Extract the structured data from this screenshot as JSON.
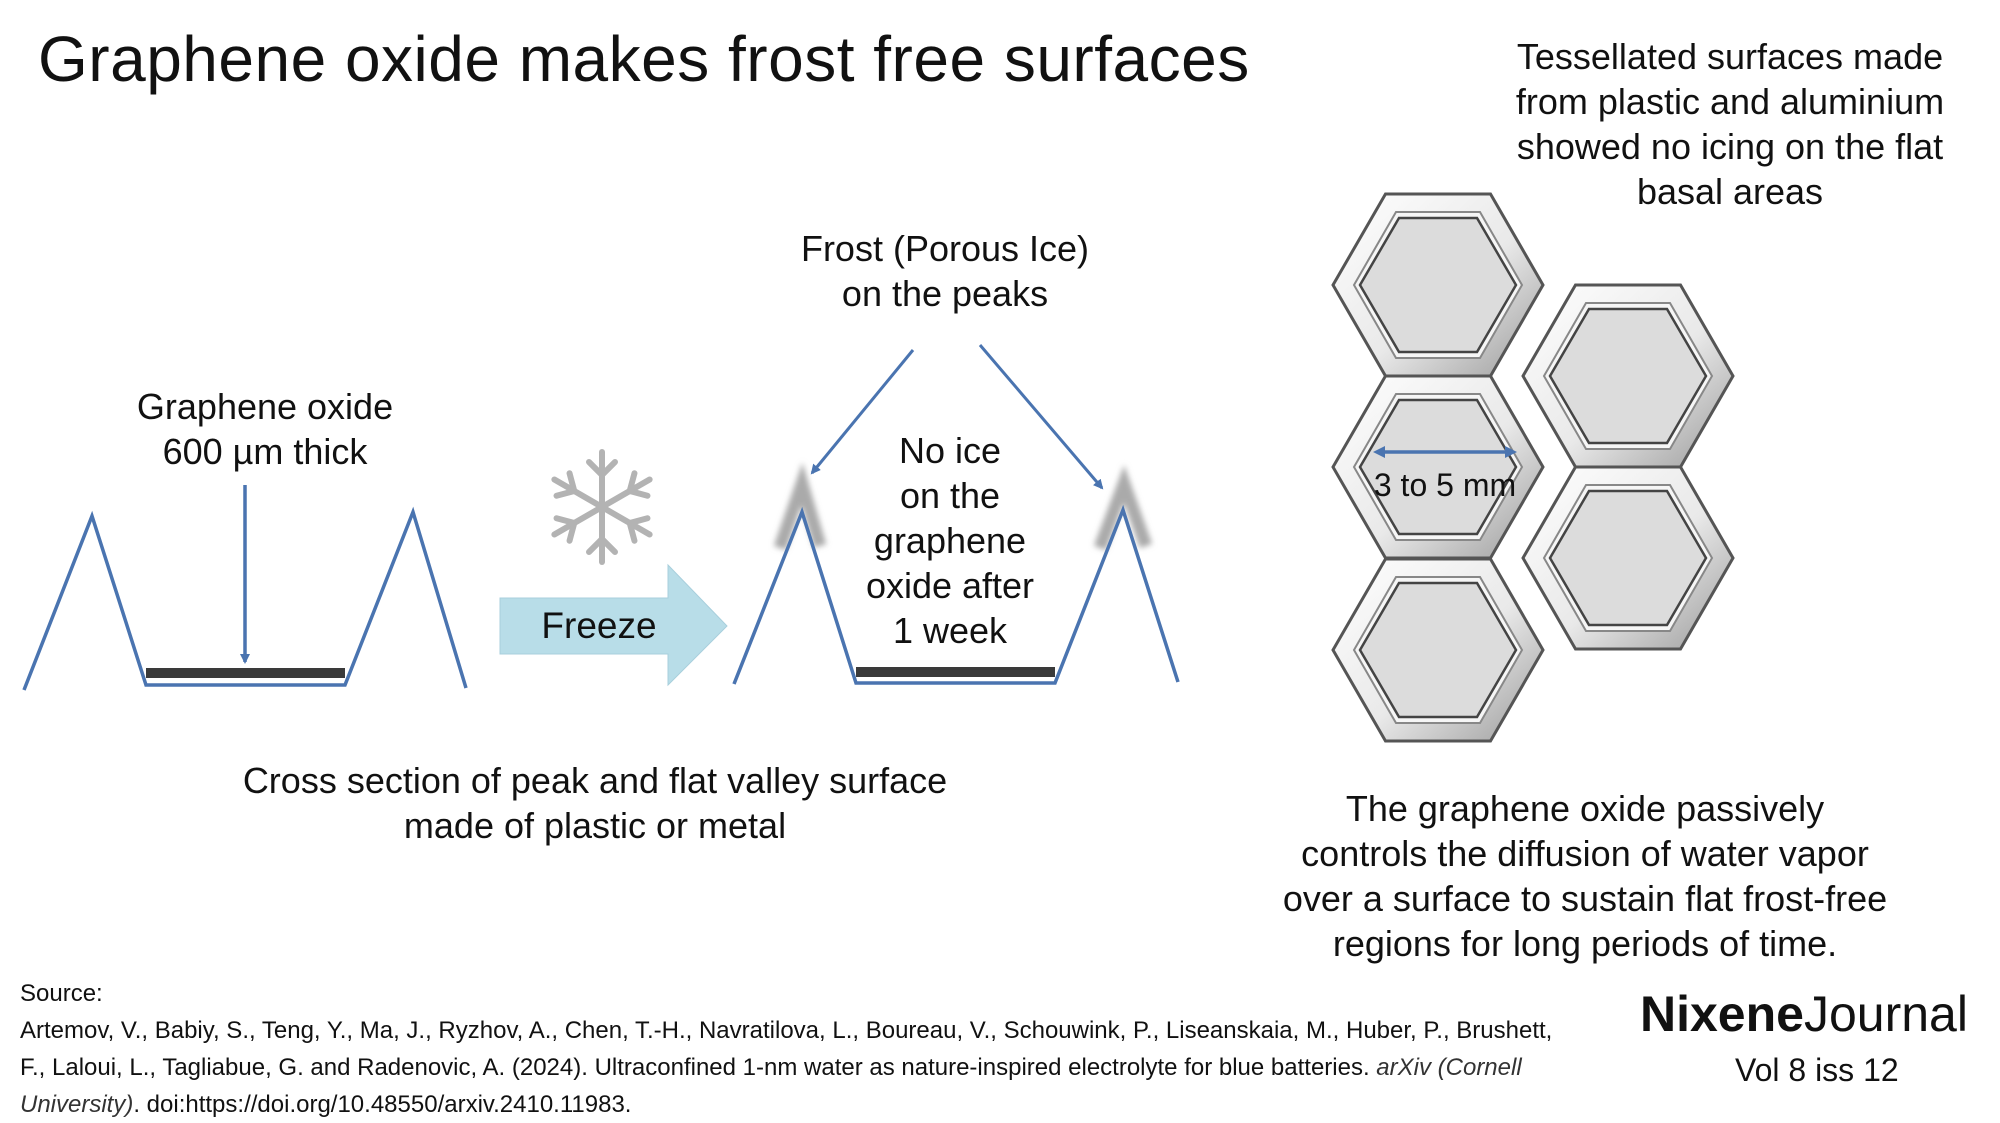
{
  "title": "Graphene oxide makes frost free surfaces",
  "labels": {
    "graphene": "Graphene oxide\n600 µm thick",
    "frost": "Frost (Porous Ice)\non the peaks",
    "no_ice": "No ice\non the\ngraphene\noxide after\n1 week",
    "freeze": "Freeze",
    "cross_section": "Cross section of peak and flat valley surface\nmade of plastic or metal",
    "tessellated": "Tessellated surfaces made\nfrom plastic and aluminium\nshowed no icing on the flat\nbasal areas",
    "size": "3 to 5 mm",
    "passive": "The graphene oxide passively\ncontrols the diffusion of water vapor\nover a surface to sustain flat frost-free\nregions for long periods of time."
  },
  "source": {
    "heading": "Source:",
    "authors": "Artemov, V., Babiy, S., Teng, Y., Ma, J., Ryzhov, A., Chen, T.-H., Navratilova, L., Boureau, V., Schouwink, P., Liseanskaia, M., Huber, P., Brushett, F., Laloui, L., Tagliabue, G. and Radenovic, A. (2024). Ultraconfined 1-nm water as nature-inspired electrolyte for blue batteries. ",
    "journal": "arXiv (Cornell University)",
    "doi": ". doi:https://doi.org/10.48550/arxiv.2410.11983."
  },
  "brand": {
    "bold": "Nixene",
    "regular": "Journal",
    "issue": "Vol 8  iss 12"
  },
  "colors": {
    "profile": "#4a74b0",
    "graphene": "#3a3a3a",
    "arrow_fill": "#b8dde8",
    "hex_fill": "#dcdcdc",
    "frost": "#aaaaaa",
    "snowflake": "#b3b3b3"
  },
  "icons": [
    "snowflake-icon",
    "freeze-arrow-icon"
  ]
}
